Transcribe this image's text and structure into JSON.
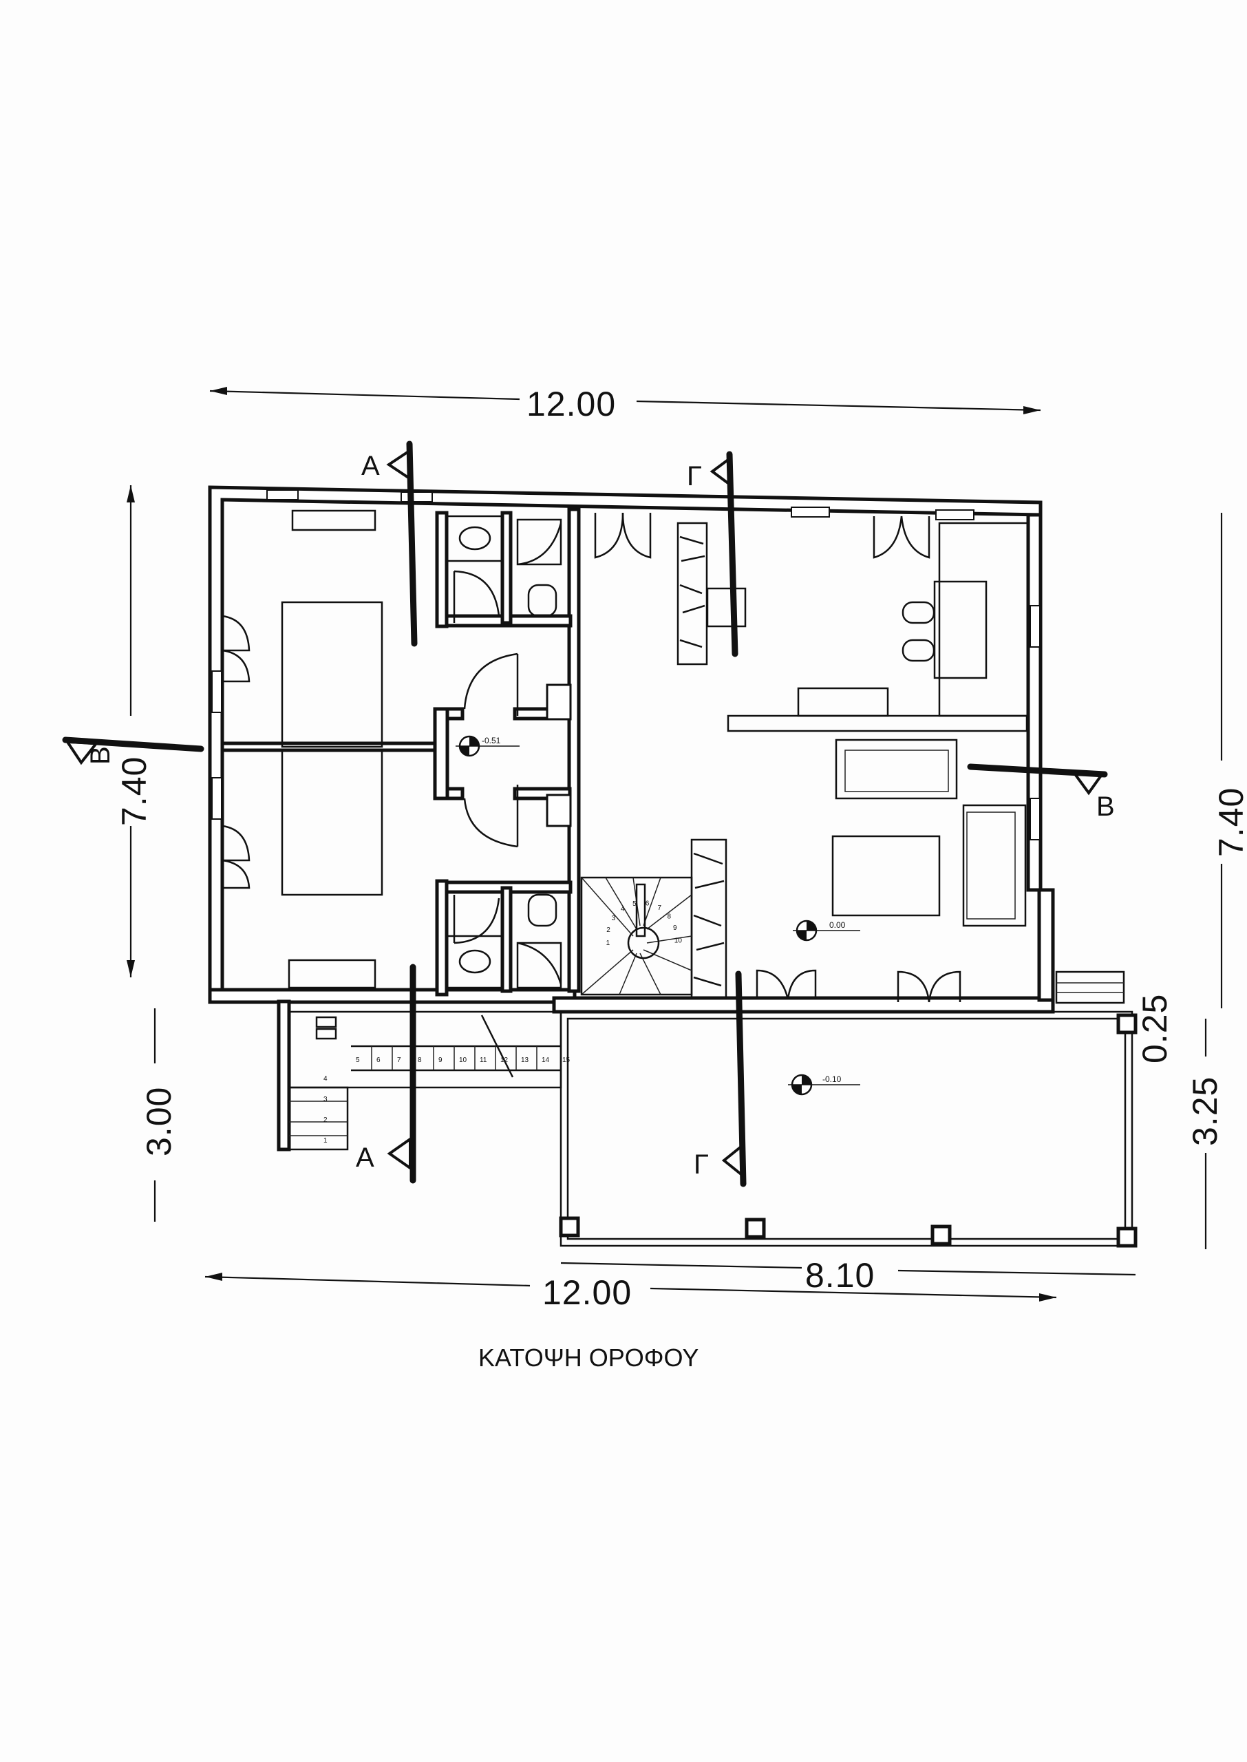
{
  "drawing": {
    "title": "ΚΑΤΟΨΗ ΟΡΟΦΟΥ",
    "dimensions": {
      "top_width": "12.00",
      "bottom_width": "12.00",
      "veranda_width": "8.10",
      "left_depth": "7.40",
      "right_depth": "7.40",
      "left_stair_depth": "3.00",
      "right_veranda_depth": "3.25",
      "right_offset": "0.25"
    },
    "section_marks": {
      "a_top": "A",
      "a_bottom": "A",
      "g_top": "Γ",
      "g_bottom": "Γ",
      "b_left": "B",
      "b_right": "B"
    },
    "levels": {
      "hall": "-0.51",
      "living": "0.00",
      "veranda": "-0.10"
    },
    "stair_steps": [
      "1",
      "2",
      "3",
      "4",
      "5",
      "6",
      "7",
      "8",
      "9",
      "10",
      "11",
      "12",
      "13",
      "14",
      "15"
    ],
    "spiral_steps": [
      "1",
      "2",
      "3",
      "4",
      "5",
      "6",
      "7",
      "8",
      "9",
      "10"
    ]
  }
}
